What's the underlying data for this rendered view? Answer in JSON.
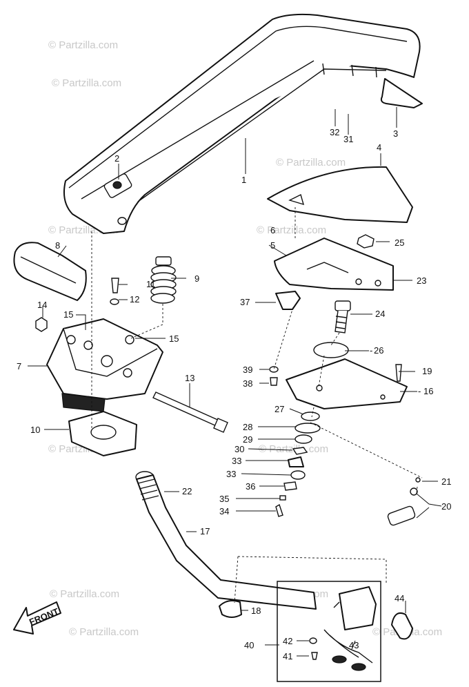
{
  "watermark": {
    "text": "© Partzilla.com"
  },
  "front_arrow": {
    "label": "FRONT"
  },
  "callouts": [
    "1",
    "2",
    "3",
    "4",
    "5",
    "6",
    "7",
    "8",
    "9",
    "10",
    "11",
    "12",
    "13",
    "14",
    "15",
    "15",
    "16",
    "17",
    "18",
    "19",
    "20",
    "21",
    "22",
    "23",
    "24",
    "25",
    "26",
    "27",
    "28",
    "29",
    "30",
    "31",
    "32",
    "33",
    "33",
    "34",
    "35",
    "36",
    "37",
    "38",
    "39",
    "40",
    "41",
    "42",
    "43",
    "44"
  ],
  "callout_prefixes": {
    "16": "-",
    "26": "-"
  }
}
